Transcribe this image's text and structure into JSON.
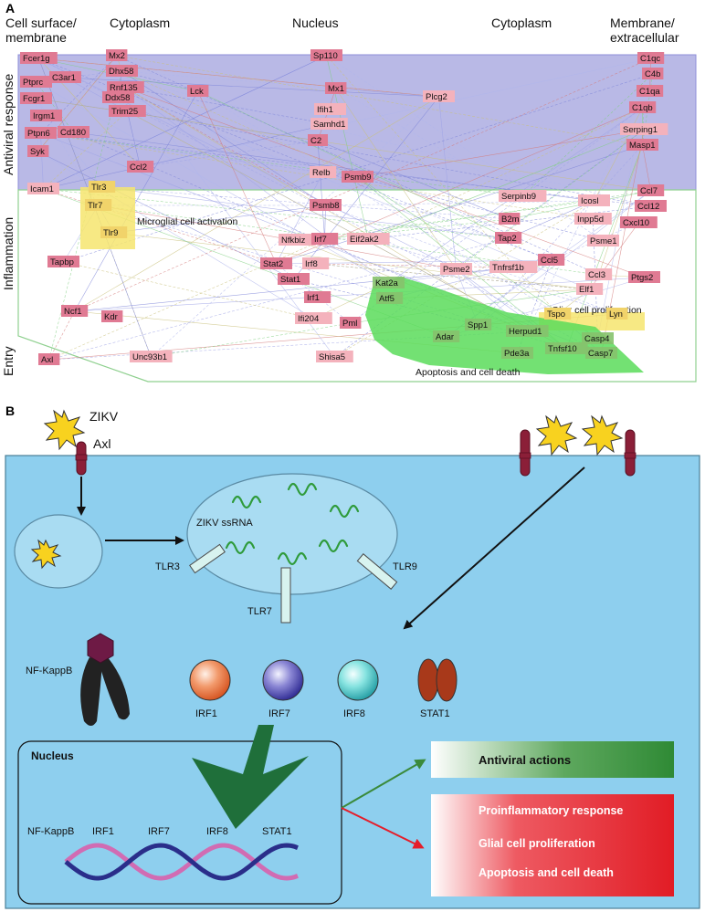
{
  "panel_a": {
    "label": "A",
    "columns": [
      "Cell surface/\nmembrane",
      "Cytoplasm",
      "Nucleus",
      "Cytoplasm",
      "Membrane/\nextracellular"
    ],
    "rows": [
      "Antiviral response",
      "Inflammation",
      "Entry"
    ],
    "regions": {
      "microglial": "Microglial cell activation",
      "glial": "Gliar cell proliferation",
      "apoptosis": "Apoptosis and cell death"
    },
    "genes": [
      "Fcer1g",
      "Mx2",
      "Sp110",
      "C1qc",
      "Ptprc",
      "C3ar1",
      "Dhx58",
      "C4b",
      "Fcgr1",
      "Rnf135",
      "Lck",
      "Mx1",
      "Plcg2",
      "C1qa",
      "Irgm1",
      "Ddx58",
      "Ifih1",
      "C1qb",
      "Ptpn6",
      "Cd180",
      "Trim25",
      "Samhd1",
      "Serping1",
      "Syk",
      "C2",
      "Masp1",
      "Ccl2",
      "Relb",
      "Psmb9",
      "Icam1",
      "Tlr3",
      "Ccl7",
      "Tlr7",
      "Psmb8",
      "Serpinb9",
      "Icosl",
      "Ccl12",
      "Tlr9",
      "B2m",
      "Inpp5d",
      "Nfkbiz",
      "Irf7",
      "Eif2ak2",
      "Cxcl10",
      "Tap2",
      "Psme1",
      "Tapbp",
      "Stat2",
      "Irf8",
      "Ccl5",
      "Psme2",
      "Tnfrsf1b",
      "Ccl3",
      "Ptgs2",
      "Stat1",
      "Kat2a",
      "Elf1",
      "Irf1",
      "Atf5",
      "Ncf1",
      "Kdr",
      "Ifi204",
      "Pml",
      "Tspo",
      "Lyn",
      "Adar",
      "Spp1",
      "Herpud1",
      "Pde3a",
      "Tnfsf10",
      "Casp4",
      "Casp7",
      "Axl",
      "Unc93b1",
      "Shisa5"
    ]
  },
  "panel_b": {
    "label": "B",
    "virus": "ZIKV",
    "receptor": "Axl",
    "ssrna": "ZIKV ssRNA",
    "tlrs": [
      "TLR3",
      "TLR7",
      "TLR9"
    ],
    "nfkb": "NF-KappB",
    "factors": [
      "IRF1",
      "IRF7",
      "IRF8",
      "STAT1"
    ],
    "nucleus": "Nucleus",
    "dna_labels": [
      "NF-KappB",
      "IRF1",
      "IRF7",
      "IRF8",
      "STAT1"
    ],
    "outcomes": {
      "antiviral": "Antiviral actions",
      "inflammatory": [
        "Proinflammatory response",
        "Glial cell proliferation",
        "Apoptosis and cell death"
      ]
    }
  },
  "colors": {
    "antiviral_band": "#b9b9e6",
    "gene_red": "#e07a93",
    "gene_pink": "#f4b2bc",
    "gene_yellow": "#f1d36a",
    "gene_green": "#86c26d",
    "green_region": "#5bdc5b",
    "yellow_region": "#f6e56f",
    "cell": "#8ecfee",
    "antiviral_arrow": "#3a8a3a",
    "inflammatory_arrow": "#e51d2a"
  }
}
